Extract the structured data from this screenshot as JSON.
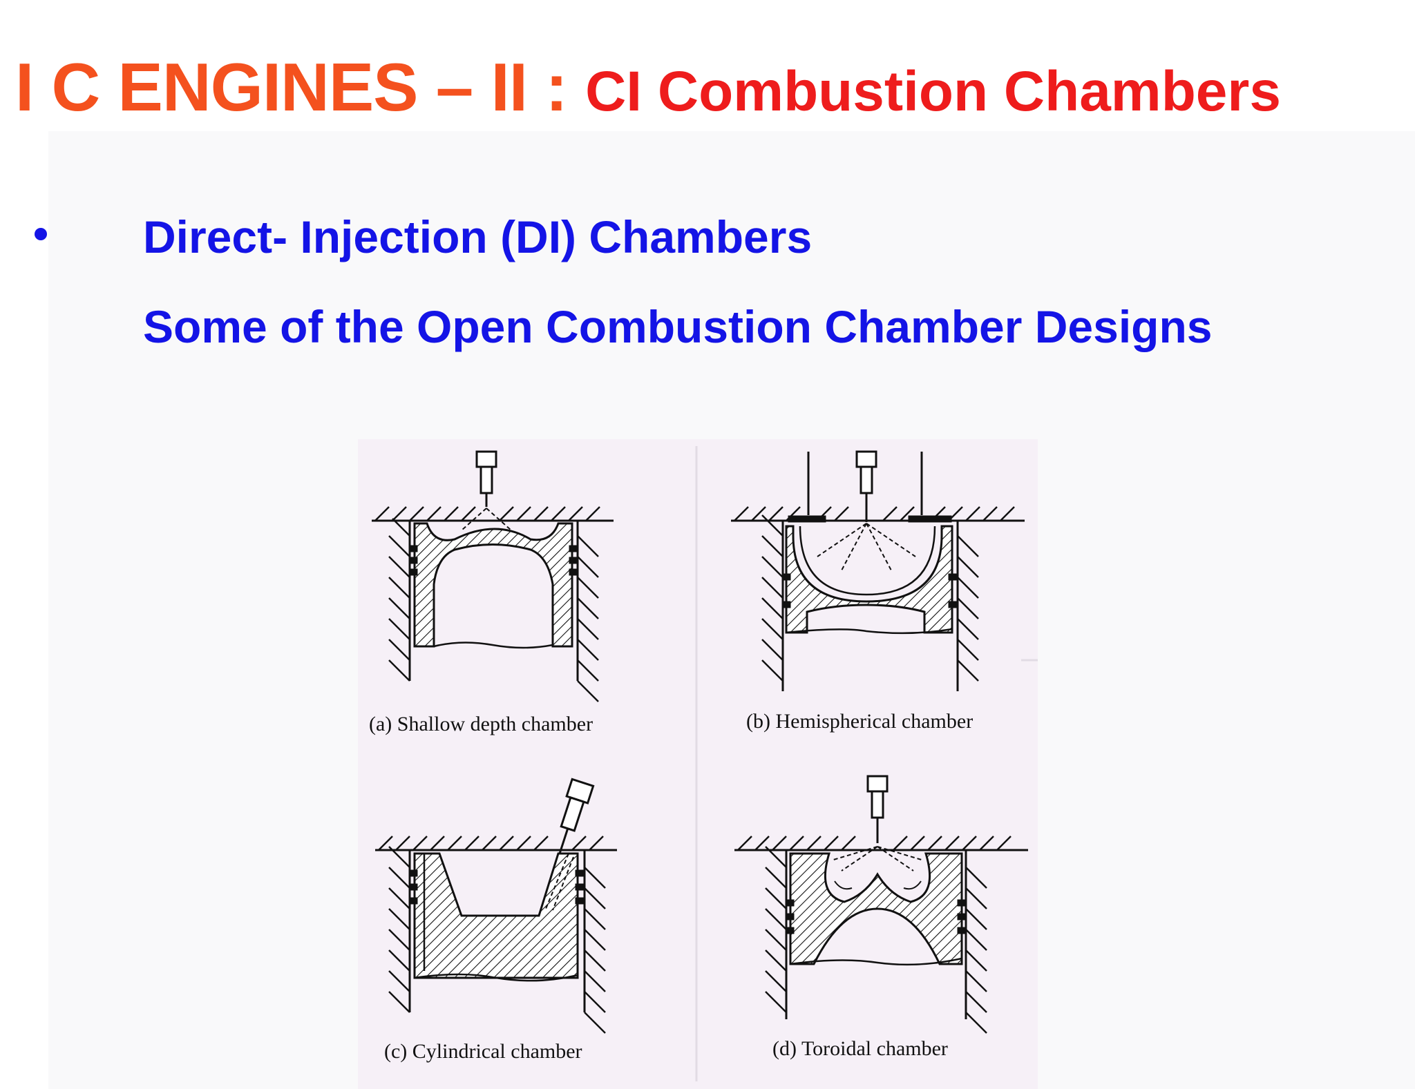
{
  "title": {
    "main": "I C ENGINES – II : ",
    "sub": "CI Combustion Chambers"
  },
  "bullets": {
    "heading": "Direct- Injection (DI) Chambers",
    "subheading": "Some of the Open Combustion Chamber Designs"
  },
  "figure": {
    "captions": {
      "a": "(a) Shallow depth chamber",
      "b": "(b) Hemispherical chamber",
      "c": "(c) Cylindrical chamber",
      "d": "(d) Toroidal chamber"
    }
  },
  "colors": {
    "title_main": "#f4511e",
    "title_sub": "#ee1c1c",
    "headings": "#1414e6",
    "figure_background": "#f6f0f7"
  }
}
